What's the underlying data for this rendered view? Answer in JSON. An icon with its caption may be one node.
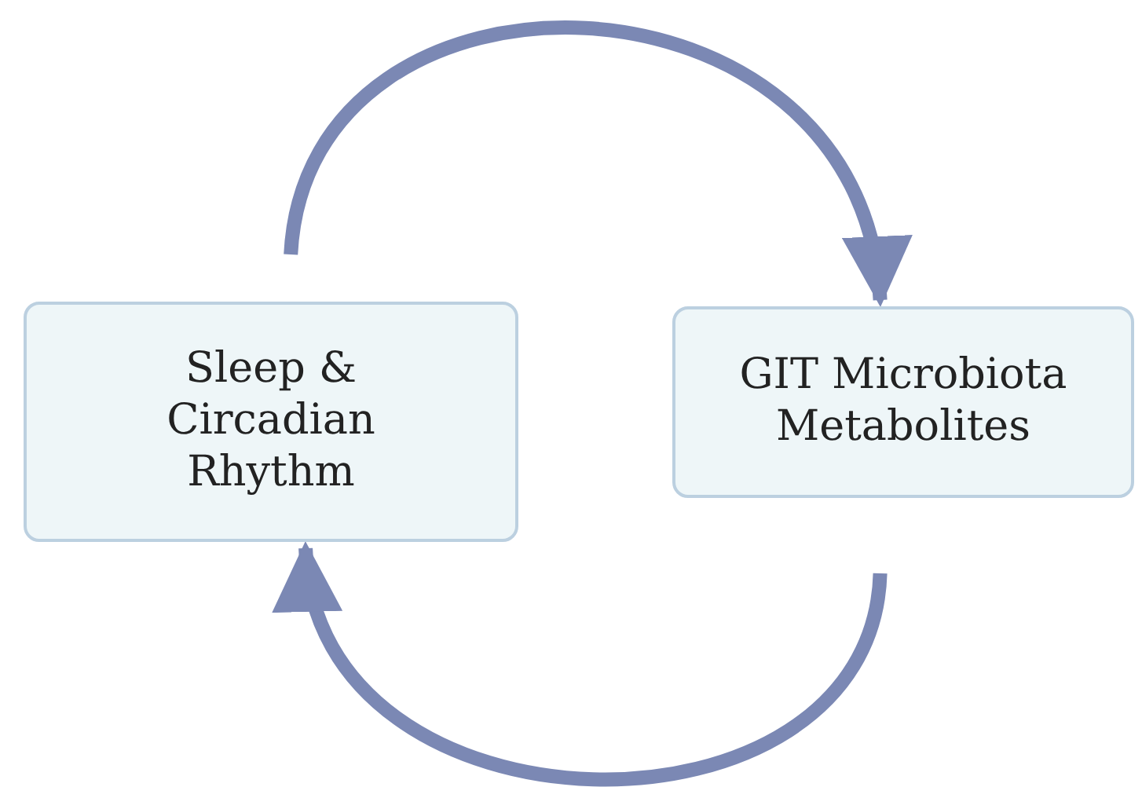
{
  "diagram": {
    "nodes": [
      {
        "text": [
          "Sleep & Circadian Rhythm"
        ]
      },
      {
        "text": [
          "GIT Microbiota Metabolites"
        ]
      }
    ],
    "edges": [
      {
        "from": 0,
        "to": 1,
        "arrow": "to"
      },
      {
        "from": 1,
        "to": 0,
        "arrow": "to"
      }
    ]
  }
}
